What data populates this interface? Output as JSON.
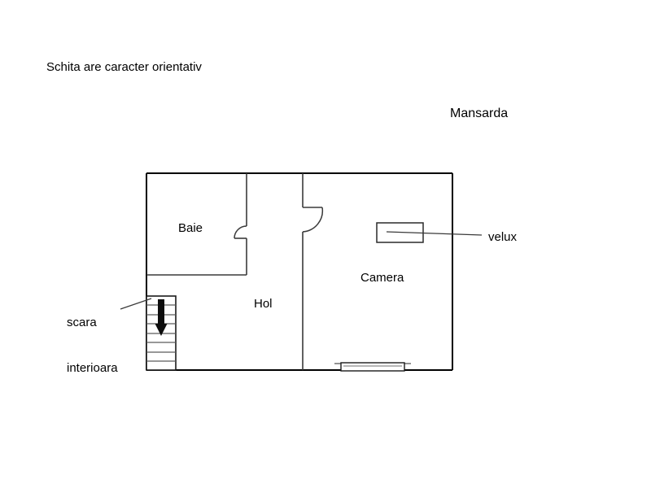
{
  "page": {
    "note": "Schita are caracter orientativ",
    "plan_title": "Mansarda"
  },
  "rooms": [
    {
      "id": "baie",
      "label": "Baie"
    },
    {
      "id": "hol",
      "label": "Hol"
    },
    {
      "id": "camera",
      "label": "Camera"
    }
  ],
  "callouts": [
    {
      "id": "velux",
      "label": "velux"
    },
    {
      "id": "scara",
      "line1": "scara",
      "line2": "interioara"
    }
  ],
  "features": {
    "velux_window": "roof-window",
    "stairs": "interior-staircase",
    "stair_direction": "down",
    "bottom_window": "window",
    "baie_door": "door-swing",
    "hol_door": "door-swing"
  },
  "colors": {
    "wall": "#000000",
    "thin_line": "#444444",
    "background": "#ffffff",
    "text": "#000000"
  }
}
